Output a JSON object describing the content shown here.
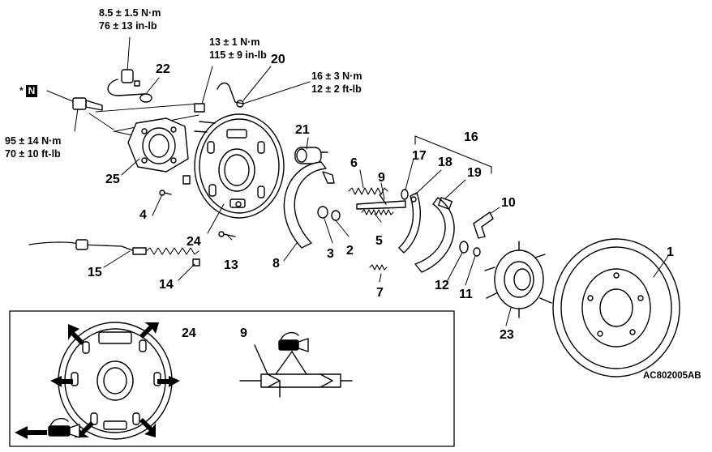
{
  "diagram_code": "AC802005AB",
  "special_mark": {
    "asterisk": "*",
    "letter": "N"
  },
  "torque_specs": [
    {
      "id": "t1",
      "metric": "8.5 ± 1.5 N·m",
      "imperial": "76 ± 13 in-lb"
    },
    {
      "id": "t2",
      "metric": "13 ± 1 N·m",
      "imperial": "115 ± 9 in-lb"
    },
    {
      "id": "t3",
      "metric": "16 ± 3 N·m",
      "imperial": "12 ± 2 ft-lb"
    },
    {
      "id": "t4",
      "metric": "95 ± 14 N·m",
      "imperial": "70 ± 10 ft-lb"
    }
  ],
  "callouts": [
    "1",
    "2",
    "3",
    "4",
    "5",
    "6",
    "7",
    "8",
    "9",
    "10",
    "11",
    "12",
    "13",
    "14",
    "15",
    "16",
    "17",
    "18",
    "19",
    "20",
    "21",
    "22",
    "23",
    "24",
    "25"
  ],
  "inset_callouts": {
    "backing_plate": "24",
    "spring": "9"
  }
}
